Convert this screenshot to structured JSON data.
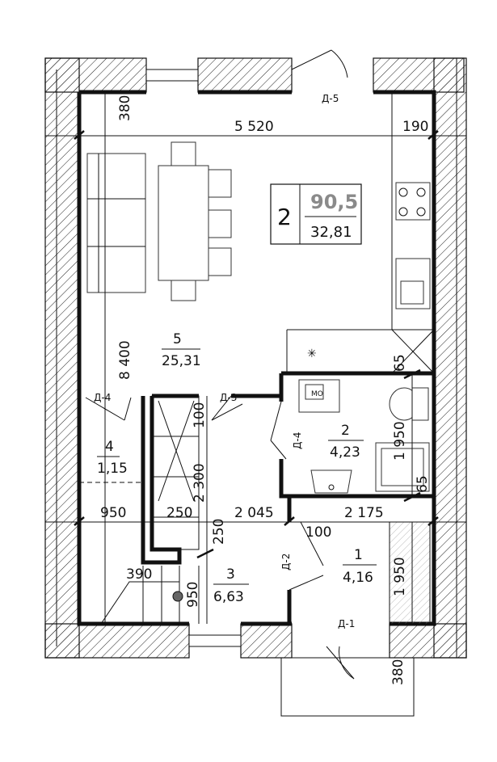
{
  "apartment": {
    "number": "2",
    "total_area": "90,5",
    "living_area": "32,81"
  },
  "rooms": [
    {
      "number": "5",
      "area": "25,31"
    },
    {
      "number": "4",
      "area": "1,15"
    },
    {
      "number": "2",
      "area": "4,23"
    },
    {
      "number": "3",
      "area": "6,63"
    },
    {
      "number": "1",
      "area": "4,16"
    }
  ],
  "dimensions": {
    "top_380": "380",
    "width_5520": "5 520",
    "right_190": "190",
    "height_8400": "8 400",
    "d_65_upper": "65",
    "d_100": "100",
    "d_2300": "2 300",
    "d_1950_bath": "1 950",
    "d_65_lower": "65",
    "d_950_left": "950",
    "d_250_mid": "250",
    "d_2045": "2 045",
    "d_2175": "2 175",
    "d_250_vert": "250",
    "d_100_hall": "100",
    "d_1950_hall": "1 950",
    "d_390": "390",
    "d_950_stair": "950",
    "bottom_380": "380"
  },
  "doors": {
    "d5": "Д-5",
    "d4_left": "Д-4",
    "d3": "Д-3",
    "d4_bath": "Д-4",
    "d2": "Д-2",
    "d1": "Д-1"
  }
}
